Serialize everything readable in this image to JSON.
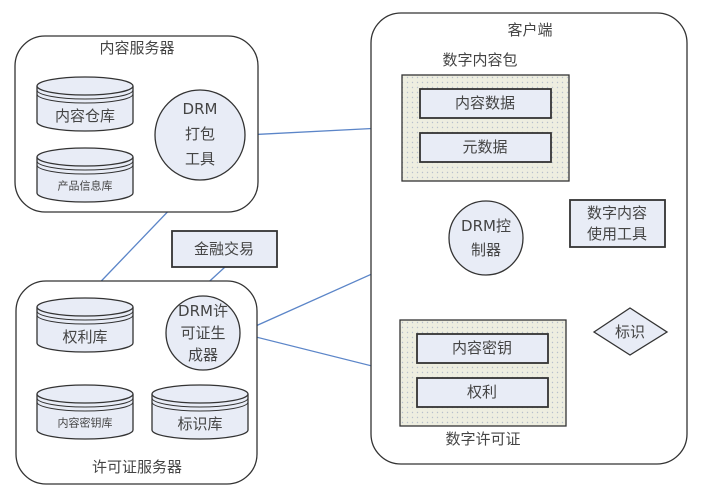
{
  "content_server": {
    "title": "内容服务器",
    "repo": "内容仓库",
    "product_db": "产品信息库",
    "drm_tool": [
      "DRM",
      "打包",
      "工具"
    ]
  },
  "license_server": {
    "title": "许可证服务器",
    "rights_db": "权利库",
    "key_db": "内容密钥库",
    "id_db": "标识库",
    "generator": [
      "DRM许",
      "可证生",
      "成器"
    ]
  },
  "finance": "金融交易",
  "client": {
    "title": "客户端",
    "package_label": "数字内容包",
    "content_data": "内容数据",
    "metadata": "元数据",
    "controller": [
      "DRM控",
      "制器"
    ],
    "usage_tool": [
      "数字内容",
      "使用工具"
    ],
    "identity": "标识",
    "license_label": "数字许可证",
    "content_key": "内容密钥",
    "rights": "权利"
  }
}
